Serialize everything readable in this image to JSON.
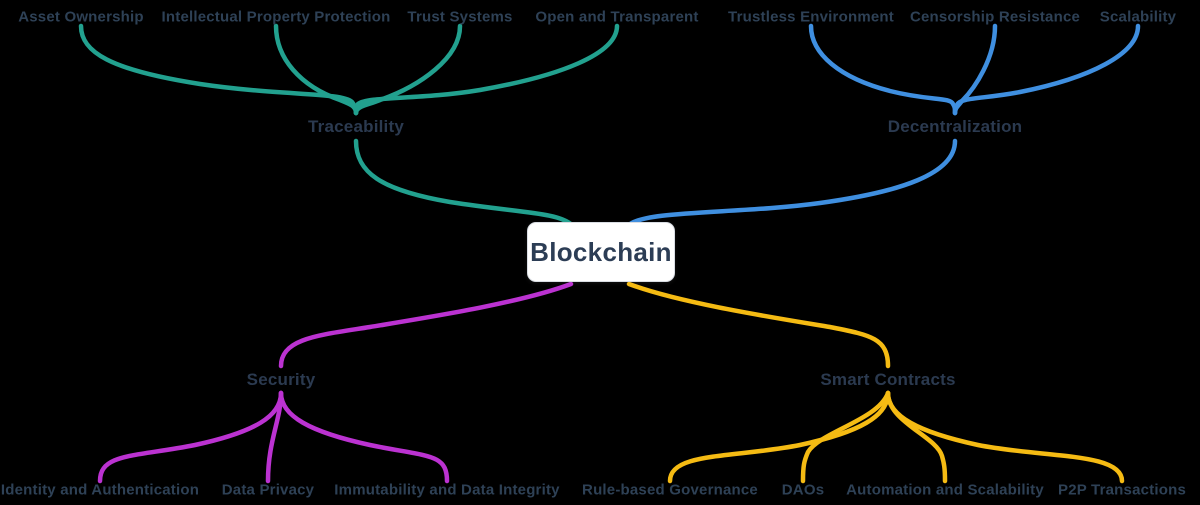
{
  "colors": {
    "background": "#000000",
    "node_background": "#ffffff",
    "node_text": "#2c3d55",
    "label_text": "#2e4156",
    "teal": "#22a18f",
    "blue": "#3f8fe0",
    "magenta": "#bb32d1",
    "yellow": "#f5bb13"
  },
  "map": {
    "root": {
      "label": "Blockchain"
    },
    "branches": [
      {
        "label": "Traceability",
        "color": "#22a18f",
        "children": [
          "Asset Ownership",
          "Intellectual Property Protection",
          "Trust Systems",
          "Open and Transparent"
        ]
      },
      {
        "label": "Decentralization",
        "color": "#3f8fe0",
        "children": [
          "Trustless Environment",
          "Censorship Resistance",
          "Scalability"
        ]
      },
      {
        "label": "Security",
        "color": "#bb32d1",
        "children": [
          "Identity and Authentication",
          "Data Privacy",
          "Immutability and Data Integrity"
        ]
      },
      {
        "label": "Smart Contracts",
        "color": "#f5bb13",
        "children": [
          "Rule-based Governance",
          "DAOs",
          "Automation and Scalability",
          "P2P Transactions"
        ]
      }
    ]
  }
}
